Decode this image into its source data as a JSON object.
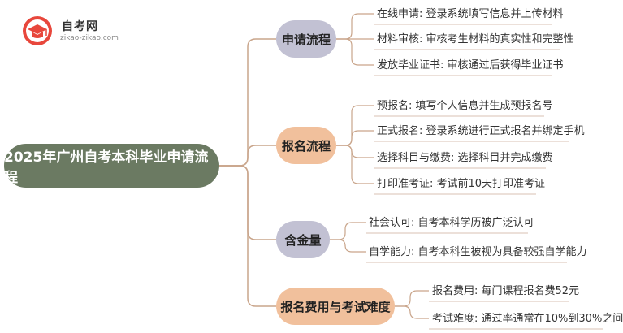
{
  "logo": {
    "title": "自考网",
    "url": "zikao-zikao.com"
  },
  "mindmap": {
    "root": "2025年广州自考本科毕业申请流程",
    "branches": [
      {
        "label": "申请流程",
        "leaves": [
          "在线申请: 登录系统填写信息并上传材料",
          "材料审核: 审核考生材料的真实性和完整性",
          "发放毕业证书: 审核通过后获得毕业证书"
        ]
      },
      {
        "label": "报名流程",
        "leaves": [
          "预报名: 填写个人信息并生成预报名号",
          "正式报名: 登录系统进行正式报名并绑定手机",
          "选择科目与缴费: 选择科目并完成缴费",
          "打印准考证: 考试前10天打印准考证"
        ]
      },
      {
        "label": "含金量",
        "leaves": [
          "社会认可: 自考本科学历被广泛认可",
          "自学能力: 自考本科生被视为具备较强自学能力"
        ]
      },
      {
        "label": "报名费用与考试难度",
        "leaves": [
          "报名费用: 每门课程报名费52元",
          "考试难度: 通过率通常在10%到30%之间"
        ]
      }
    ]
  },
  "colors": {
    "root_fill": "#6b7a62",
    "branch_purple": "#c2c1d3",
    "branch_orange": "#f1c09c",
    "connector": "#c9a58b"
  }
}
